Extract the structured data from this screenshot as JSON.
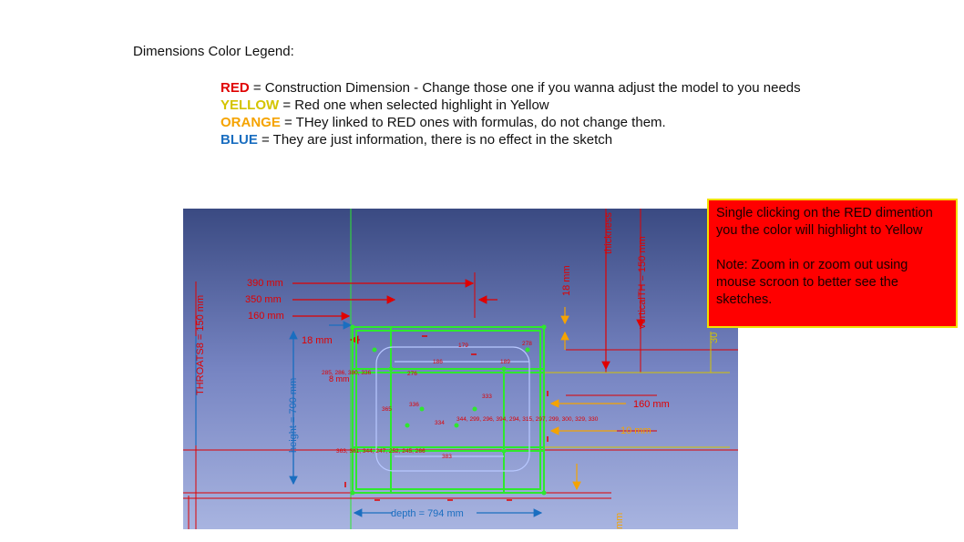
{
  "legend": {
    "title": "Dimensions Color Legend:",
    "items": [
      {
        "key": "RED",
        "text": " = Construction Dimension - Change those one if you wanna adjust the model to you needs",
        "color": "#e00000"
      },
      {
        "key": "YELLOW",
        "text": " = Red one when selected highlight in Yellow",
        "color": "#d4c400"
      },
      {
        "key": "ORANGE",
        "text": " = THey linked to RED ones with formulas, do not change them.",
        "color": "#f5a300"
      },
      {
        "key": "BLUE",
        "text": " = They are just information, there is no effect in the sketch",
        "color": "#1a6ec0"
      }
    ]
  },
  "callout": {
    "line1": "Single clicking on the RED dimention you the color will highlight to Yellow",
    "line2": "Note: Zoom in or zoom out using mouse scroon to better see the sketches."
  },
  "sketch": {
    "labels": {
      "d390": "390 mm",
      "d350": "350 mm",
      "d160_left": "160 mm",
      "d18": "18 mm",
      "d18_top": "18 mm",
      "d8": "8 mm",
      "throat": "THROATS8 = 150 mm",
      "height": "height = 700 mm",
      "depth": "depth = 794 mm",
      "d160_right": "160 mm",
      "d10": "10 mm",
      "thickness": "thickness",
      "vertical_right": "verticalTH = 150 mm",
      "cut30": "30",
      "mm_bottom": "mm"
    },
    "constraint_tags": {
      "c1": "336",
      "c2": "334",
      "c3": "333",
      "c4": "344, 299, 296, 394, 294, 315, 297, 299, 300, 329, 330",
      "c5": "363, 361, 344, 247, 252, 245, 266",
      "c6": "383",
      "c7": "285, 286, 380, 336",
      "c8": "276",
      "c9": "278",
      "c10": "186",
      "c11": "189",
      "c12": "179",
      "c13": "365"
    },
    "colors": {
      "background_top": "#3a4a82",
      "background_bottom": "#a8b4e0",
      "geometry": "#2ee82e",
      "construction": "#e00000",
      "information": "#1a6ec0",
      "linked": "#f5a300"
    }
  }
}
